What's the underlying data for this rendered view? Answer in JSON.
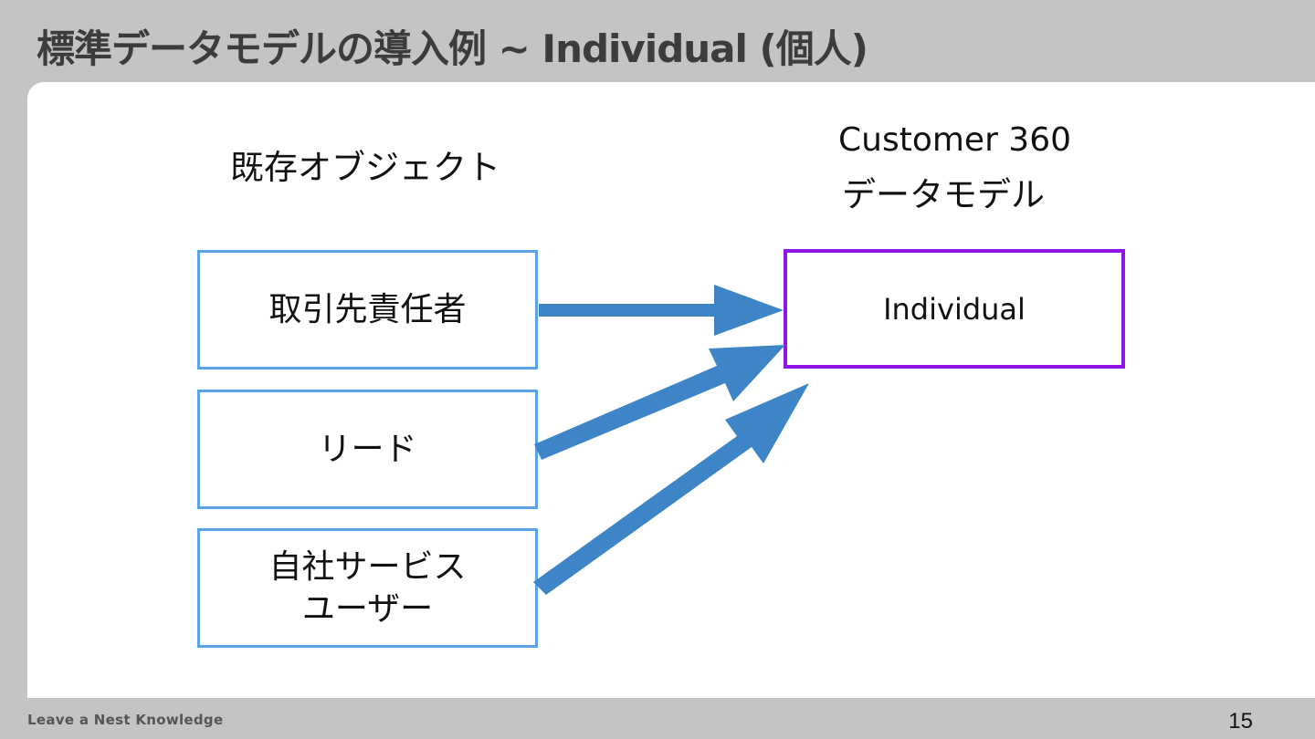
{
  "title": "標準データモデルの導入例 ~ Individual (個人)",
  "left_heading": "既存オブジェクト",
  "right_heading": {
    "line1": "Customer 360",
    "line2": "データモデル"
  },
  "sources": [
    {
      "line1": "取引先責任者",
      "line2": ""
    },
    {
      "line1": "リード",
      "line2": ""
    },
    {
      "line1": "自社サービス",
      "line2": "ユーザー"
    }
  ],
  "target": "Individual",
  "footer": {
    "brand": "Leave a Nest Knowledge",
    "page_number": "15"
  },
  "colors": {
    "source_border": "#5ba3e8",
    "target_border": "#9013e8",
    "arrow": "#3d85c6"
  }
}
